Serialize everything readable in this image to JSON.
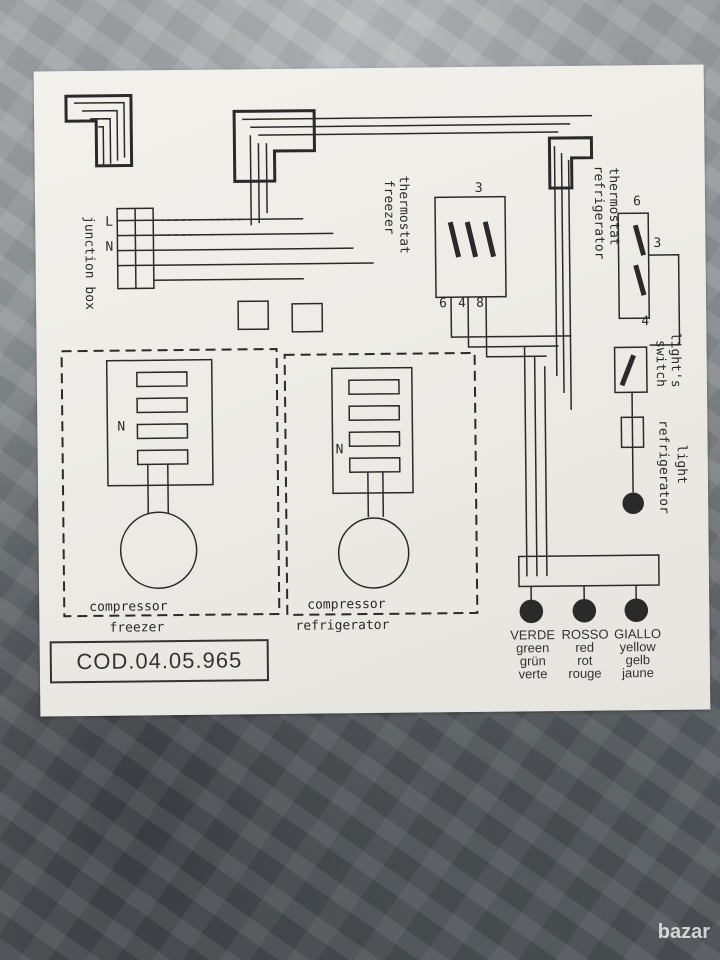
{
  "diagram": {
    "junction_box_label": "junction box",
    "junction_letters": [
      "L",
      "N"
    ],
    "thermostat_freezer": {
      "label1": "thermostat",
      "label2": "freezer",
      "terminals": [
        "3",
        "6",
        "4",
        "8"
      ]
    },
    "thermostat_refrigerator": {
      "label1": "thermostat",
      "label2": "refrigerator",
      "terminals": [
        "6",
        "3",
        "4"
      ]
    },
    "light_switch": {
      "label1": "light's",
      "label2": "switch"
    },
    "light_refrigerator": {
      "label1": "light",
      "label2": "refrigerator"
    },
    "compressor_freezer": {
      "label1": "compressor",
      "label2": "freezer",
      "terminal": "N"
    },
    "compressor_refrigerator": {
      "label1": "compressor",
      "label2": "refrigerator",
      "terminal": "N"
    },
    "code": "COD.04.05.965",
    "lamps": [
      {
        "it": "VERDE",
        "en": "green",
        "de": "grün",
        "fr": "verte"
      },
      {
        "it": "ROSSO",
        "en": "red",
        "de": "rot",
        "fr": "rouge"
      },
      {
        "it": "GIALLO",
        "en": "yellow",
        "de": "gelb",
        "fr": "jaune"
      }
    ]
  },
  "watermark": "bazar"
}
